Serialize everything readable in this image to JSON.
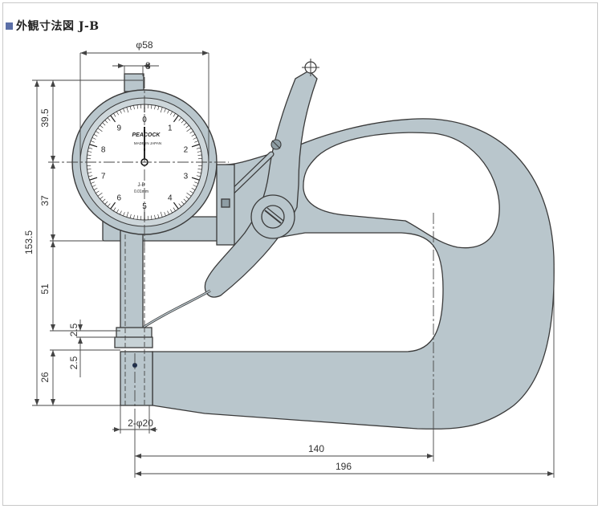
{
  "header": {
    "title": "外観寸法図 J-B"
  },
  "dimensions": {
    "phi58": "φ58",
    "eight": "8",
    "d39_5": "39.5",
    "d37": "37",
    "d153_5": "153.5",
    "d51": "51",
    "d2_5_top": "2.5",
    "d2_5_bottom": "2.5",
    "d26": "26",
    "phi20": "2-φ20",
    "d140": "140",
    "d196": "196"
  },
  "dial": {
    "numbers": [
      "0",
      "1",
      "2",
      "3",
      "4",
      "5",
      "6",
      "7",
      "8",
      "9"
    ],
    "brand": "PEACOCK",
    "made_in": "MADE IN JAPAN",
    "model": "J-B",
    "resolution": "0.01mm"
  },
  "colors": {
    "body_fill": "#b9c6cc",
    "body_stroke": "#3a3a3a",
    "dim_line": "#444444",
    "accent_square": "#5b6fa7"
  }
}
